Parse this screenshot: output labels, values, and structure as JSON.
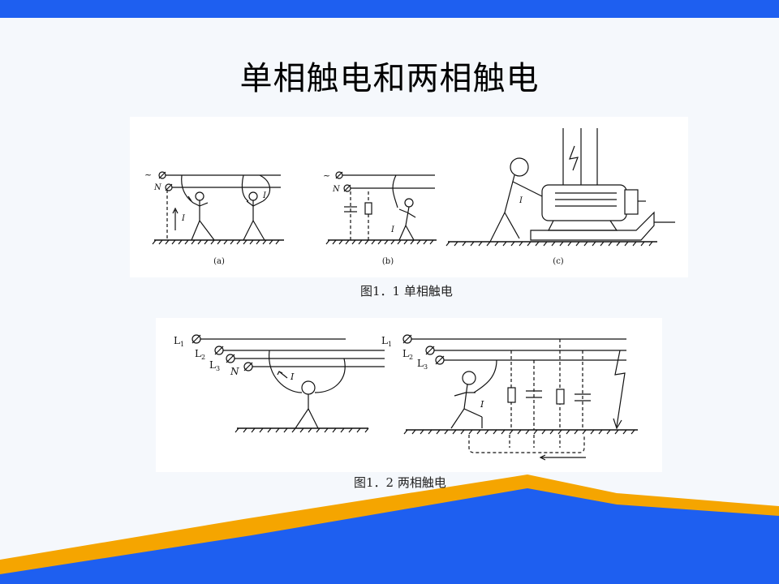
{
  "slide": {
    "title": "单相触电和两相触电",
    "colors": {
      "top_bar": "#1e5ff0",
      "wave_orange": "#f5a500",
      "wave_blue": "#1e5ff0"
    }
  },
  "figure1": {
    "caption": "图1．1 单相触电",
    "labels": {
      "phase": "~",
      "neutral": "N",
      "current": "I",
      "sub_a": "(a)",
      "sub_b": "(b)",
      "sub_c": "(c)"
    }
  },
  "figure2": {
    "caption": "图1．2 两相触电",
    "labels": {
      "l1": "L",
      "l1_sub": "1",
      "l2": "L",
      "l2_sub": "2",
      "l3": "L",
      "l3_sub": "3",
      "neutral": "N",
      "current": "I"
    }
  }
}
